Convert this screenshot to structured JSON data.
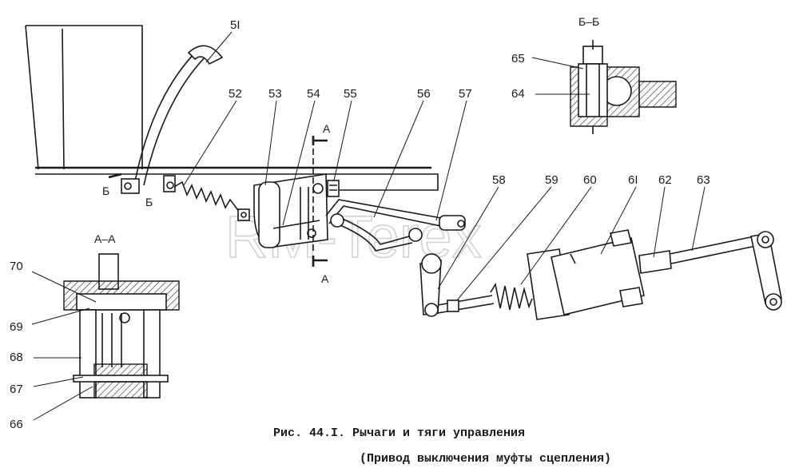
{
  "caption": {
    "line1": "Рис. 44.I. Рычаги и тяги управления",
    "line2": "(Привод выключения муфты сцепления)"
  },
  "watermark": "RM-Terex",
  "sections": {
    "aa_top": "А",
    "aa_bottom": "А",
    "bb_left": "Б",
    "bb_right": "Б",
    "view_bb": "Б–Б",
    "view_aa": "А–А"
  },
  "callouts": {
    "c51": "5I",
    "c52": "52",
    "c53": "53",
    "c54": "54",
    "c55": "55",
    "c56": "56",
    "c57": "57",
    "c58": "58",
    "c59": "59",
    "c60": "60",
    "c61": "6I",
    "c62": "62",
    "c63": "63",
    "c64": "64",
    "c65": "65",
    "c66": "66",
    "c67": "67",
    "c68": "68",
    "c69": "69",
    "c70": "70"
  }
}
